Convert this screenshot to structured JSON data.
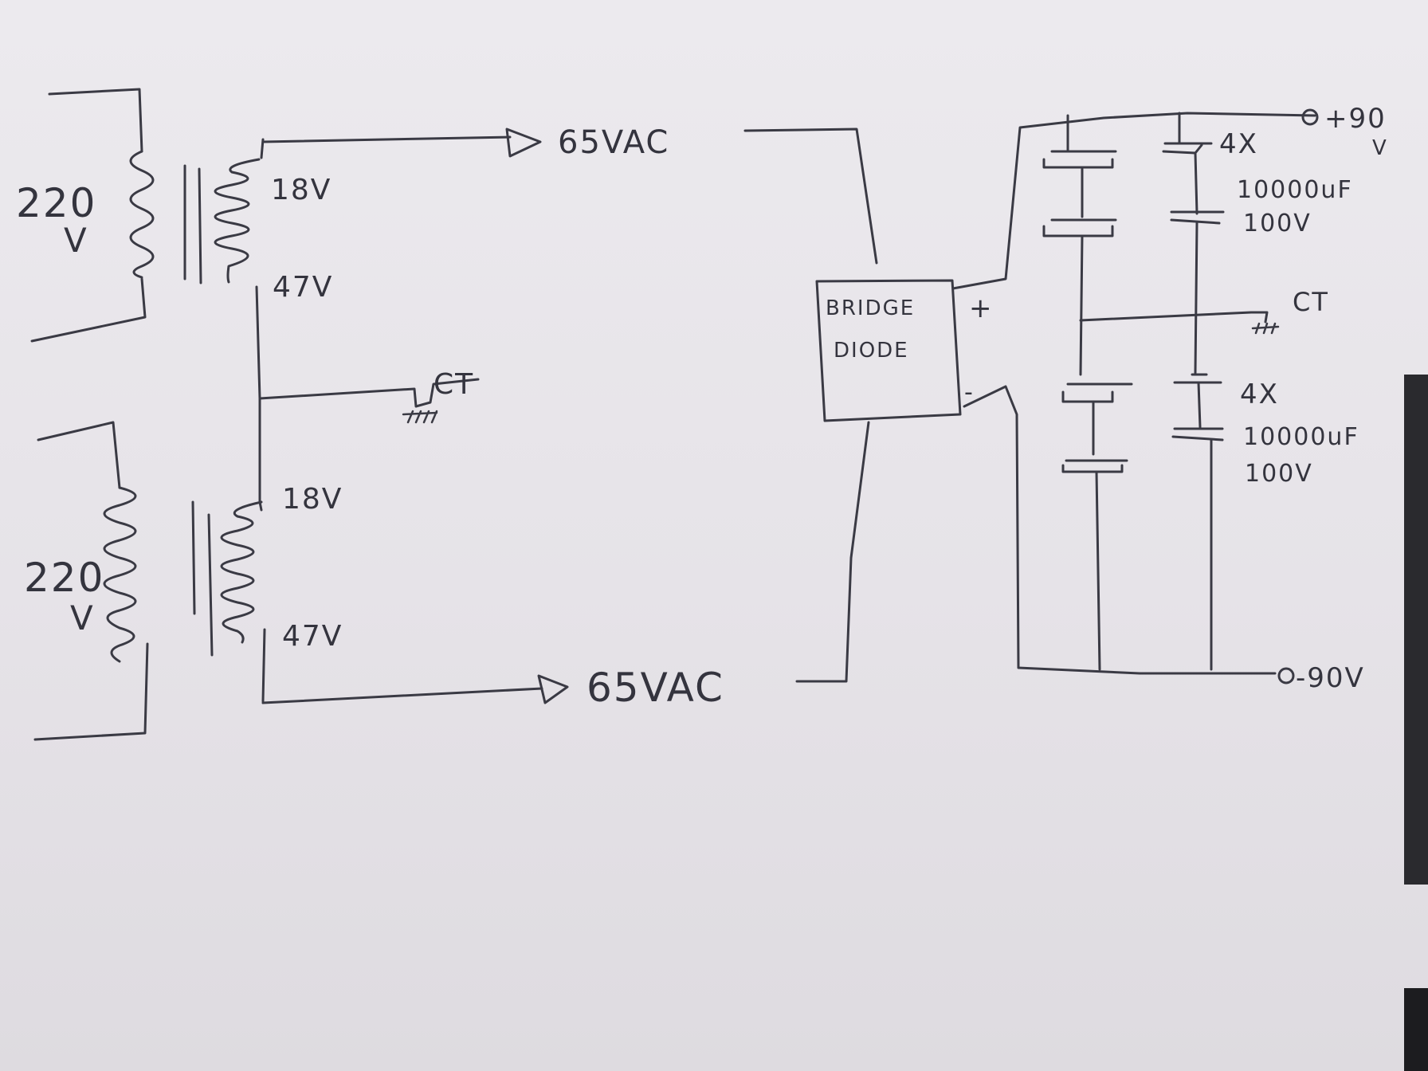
{
  "diagram": {
    "transformer_top": {
      "primary_label": "220",
      "primary_unit": "V",
      "tap_upper": "18V",
      "tap_lower": "47V"
    },
    "transformer_bottom": {
      "primary_label": "220",
      "primary_unit": "V",
      "tap_upper": "18V",
      "tap_lower": "47V"
    },
    "center_tap_label": "CT",
    "output_top": "65VAC",
    "output_bottom": "65VAC",
    "bridge_line1": "BRIDGE",
    "bridge_line2": "DIODE",
    "bridge_plus": "+",
    "bridge_minus": "-",
    "cap_bank_top": {
      "count": "4X",
      "capacitance": "10000uF",
      "voltage": "100V"
    },
    "cap_bank_bottom": {
      "count": "4X",
      "capacitance": "10000uF",
      "voltage": "100V"
    },
    "cap_center_tap_label": "CT",
    "output_positive": "+90",
    "output_positive_unit": "V",
    "output_negative": "-90V"
  },
  "colors": {
    "paper": "#e7e4ea",
    "ink": "#3a3a44"
  }
}
